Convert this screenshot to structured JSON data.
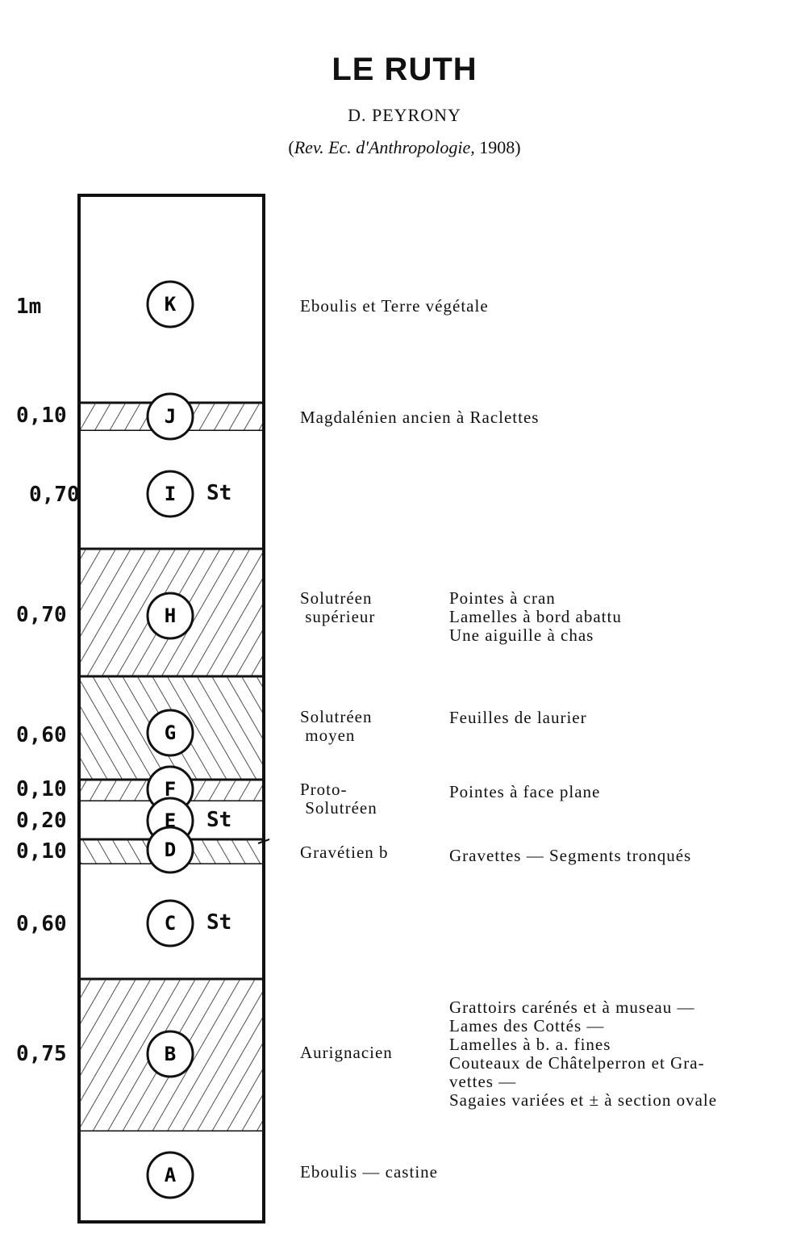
{
  "title": "LE RUTH",
  "author": "D. PEYRONY",
  "source": {
    "open": "(",
    "journal": "Rev. Ec. d'Anthropologie,",
    "year": " 1908)"
  },
  "layers": [
    {
      "letter": "K",
      "thickness": "1m",
      "culture": [
        "Eboulis et Terre végétale"
      ],
      "finds": [],
      "st": "",
      "hatch": "none"
    },
    {
      "letter": "J",
      "thickness": "0,10",
      "culture": [
        "Magdalénien ancien à Raclettes"
      ],
      "finds": [],
      "st": "",
      "hatch": "back"
    },
    {
      "letter": "I",
      "thickness": "0,70",
      "culture": [],
      "finds": [],
      "st": "St",
      "hatch": "none"
    },
    {
      "letter": "H",
      "thickness": "0,70",
      "culture": [
        "Solutréen",
        " supérieur"
      ],
      "finds": [
        "Pointes à cran",
        "Lamelles à bord abattu",
        "Une aiguille à chas"
      ],
      "st": "",
      "hatch": "back"
    },
    {
      "letter": "G",
      "thickness": "0,60",
      "culture": [
        "Solutréen",
        " moyen"
      ],
      "finds": [
        "Feuilles de laurier"
      ],
      "st": "",
      "hatch": "fwd"
    },
    {
      "letter": "F",
      "thickness": "0,10",
      "culture": [
        "Proto-",
        " Solutréen"
      ],
      "finds": [
        "Pointes à face plane"
      ],
      "st": "",
      "hatch": "back"
    },
    {
      "letter": "E",
      "thickness": "0,20",
      "culture": [],
      "finds": [],
      "st": "St",
      "hatch": "none"
    },
    {
      "letter": "D",
      "thickness": "0,10",
      "culture": [
        "Gravétien b"
      ],
      "finds": [
        "Gravettes — Segments tronqués"
      ],
      "st": "",
      "hatch": "fwd"
    },
    {
      "letter": "C",
      "thickness": "0,60",
      "culture": [],
      "finds": [],
      "st": "St",
      "hatch": "none"
    },
    {
      "letter": "B",
      "thickness": "0,75",
      "culture": [
        "Aurignacien"
      ],
      "finds": [
        "Grattoirs carénés et à museau —",
        "Lames des Cottés —",
        "Lamelles à b. a. fines",
        "Couteaux de Châtelperron et Gra-",
        "vettes —",
        "Sagaies variées et ± à section ovale"
      ],
      "st": "",
      "hatch": "back"
    },
    {
      "letter": "A",
      "thickness": "",
      "culture": [
        "Eboulis — castine"
      ],
      "finds": [],
      "st": "",
      "hatch": "none"
    }
  ]
}
